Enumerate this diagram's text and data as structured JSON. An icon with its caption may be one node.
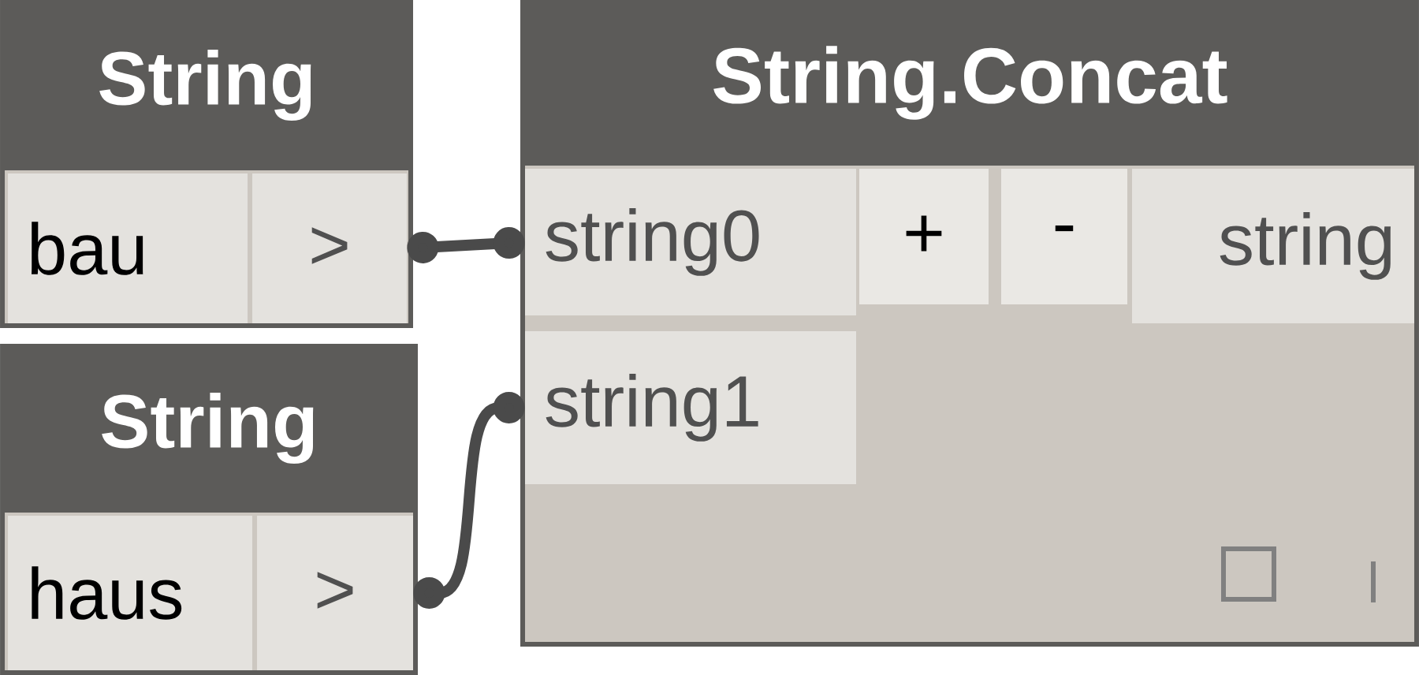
{
  "diagram": {
    "nodes": [
      {
        "text": [
          "String"
        ]
      },
      {
        "text": [
          "bau"
        ],
        "in": 0
      },
      {
        "text": [
          ">"
        ],
        "in": 0
      },
      {
        "text": [
          "String"
        ]
      },
      {
        "text": [
          "haus"
        ],
        "in": 3
      },
      {
        "text": [
          ">"
        ],
        "in": 3
      },
      {
        "text": [
          "String.Concat"
        ]
      },
      {
        "text": [
          "string0"
        ],
        "in": 6
      },
      {
        "text": [
          "string1"
        ],
        "in": 6
      },
      {
        "text": [
          "+"
        ],
        "in": 6
      },
      {
        "text": [
          "-"
        ],
        "in": 6
      },
      {
        "text": [
          "string"
        ],
        "in": 6
      }
    ],
    "edges": [
      {
        "from": 2,
        "to": 7,
        "arrow": "other"
      },
      {
        "from": 5,
        "to": 8,
        "arrow": "other"
      }
    ]
  }
}
